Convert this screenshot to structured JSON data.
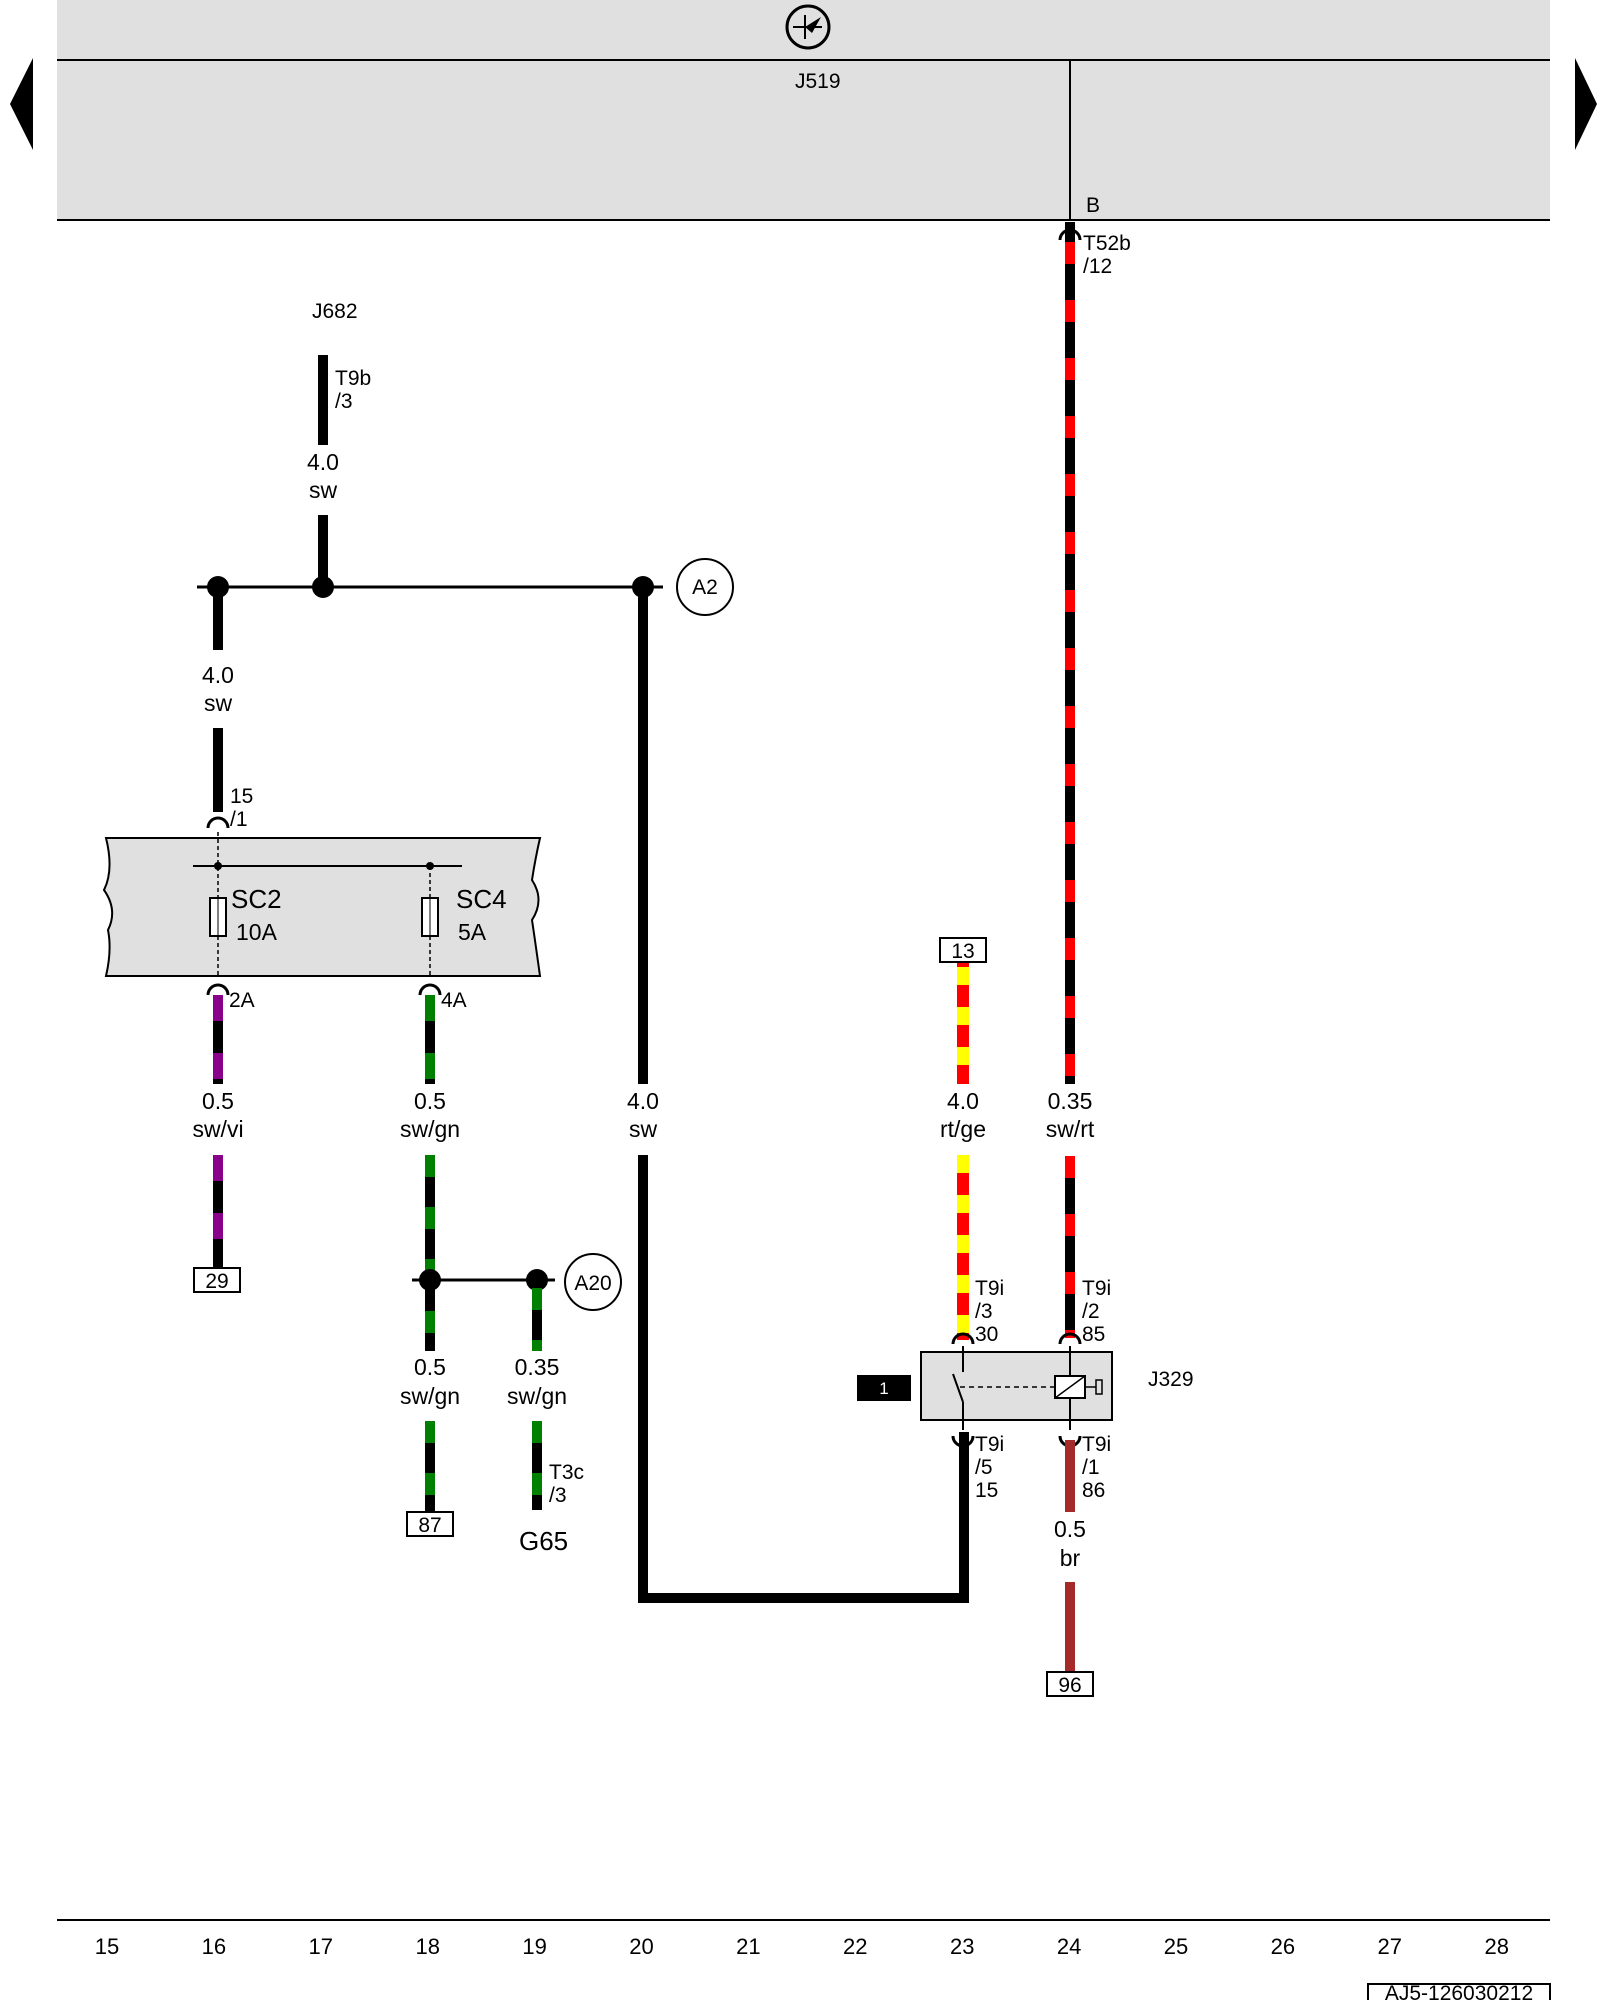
{
  "header": {
    "earth_symbol": "ground-circle-icon",
    "component": "J519",
    "pin": "B",
    "connector": "T52b",
    "connector_pin": "/12"
  },
  "components": {
    "j682": "J682",
    "j682_conn": "T9b",
    "j682_pin": "/3",
    "fuse_in_num": "15",
    "fuse_in_pin": "/1",
    "sc2_name": "SC2",
    "sc2_rating": "10A",
    "sc4_name": "SC4",
    "sc4_rating": "5A",
    "sc2_out": "2A",
    "sc4_out": "4A",
    "a2": "A2",
    "a20": "A20",
    "g65": "G65",
    "g65_conn": "T3c",
    "g65_pin": "/3",
    "j329": "J329",
    "relay_marker": "1"
  },
  "wires": {
    "w_j682_size": "4.0",
    "w_j682_color": "sw",
    "w_fuse_size": "4.0",
    "w_fuse_color": "sw",
    "w_sc2_size": "0.5",
    "w_sc2_color": "sw/vi",
    "w_sc4_size": "0.5",
    "w_sc4_color": "sw/gn",
    "w_main_size": "4.0",
    "w_main_color": "sw",
    "w_rtge_size": "4.0",
    "w_rtge_color": "rt/ge",
    "w_swrt_size": "0.35",
    "w_swrt_color": "sw/rt",
    "w_87_size": "0.5",
    "w_87_color": "sw/gn",
    "w_g65_size": "0.35",
    "w_g65_color": "sw/gn",
    "w_br_size": "0.5",
    "w_br_color": "br"
  },
  "relay_pins": {
    "p30_conn": "T9i",
    "p30_pin": "/3",
    "p30_term": "30",
    "p85_conn": "T9i",
    "p85_pin": "/2",
    "p85_term": "85",
    "p15_conn": "T9i",
    "p15_pin": "/5",
    "p15_term": "15",
    "p86_conn": "T9i",
    "p86_pin": "/1",
    "p86_term": "86"
  },
  "refs": {
    "r29": "29",
    "r87": "87",
    "r13": "13",
    "r96": "96"
  },
  "footer": {
    "columns": [
      "15",
      "16",
      "17",
      "18",
      "19",
      "20",
      "21",
      "22",
      "23",
      "24",
      "25",
      "26",
      "27",
      "28"
    ],
    "doc_id": "AJ5-126030212"
  },
  "colors": {
    "sw": "#000000",
    "rt": "#ff0000",
    "ge": "#ffff00",
    "gn": "#008000",
    "vi": "#8b008b",
    "br": "#a52a2a",
    "panel": "#e0e0e0"
  },
  "icons": {
    "prev": "triangle-left-icon",
    "next": "triangle-right-icon"
  }
}
